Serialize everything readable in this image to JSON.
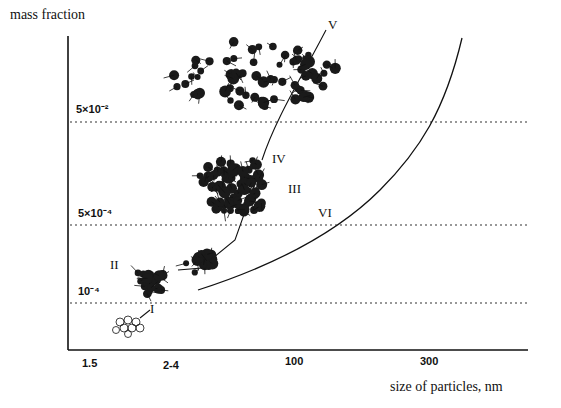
{
  "diagram": {
    "labels": [
      "mass fraction",
      "5×10⁻²",
      "5×10⁻⁴",
      "10⁻⁴",
      "V",
      "IV",
      "III",
      "II",
      "VI",
      "I",
      "1.5",
      "2-4",
      "100",
      "300",
      "size of particles, nm"
    ]
  }
}
